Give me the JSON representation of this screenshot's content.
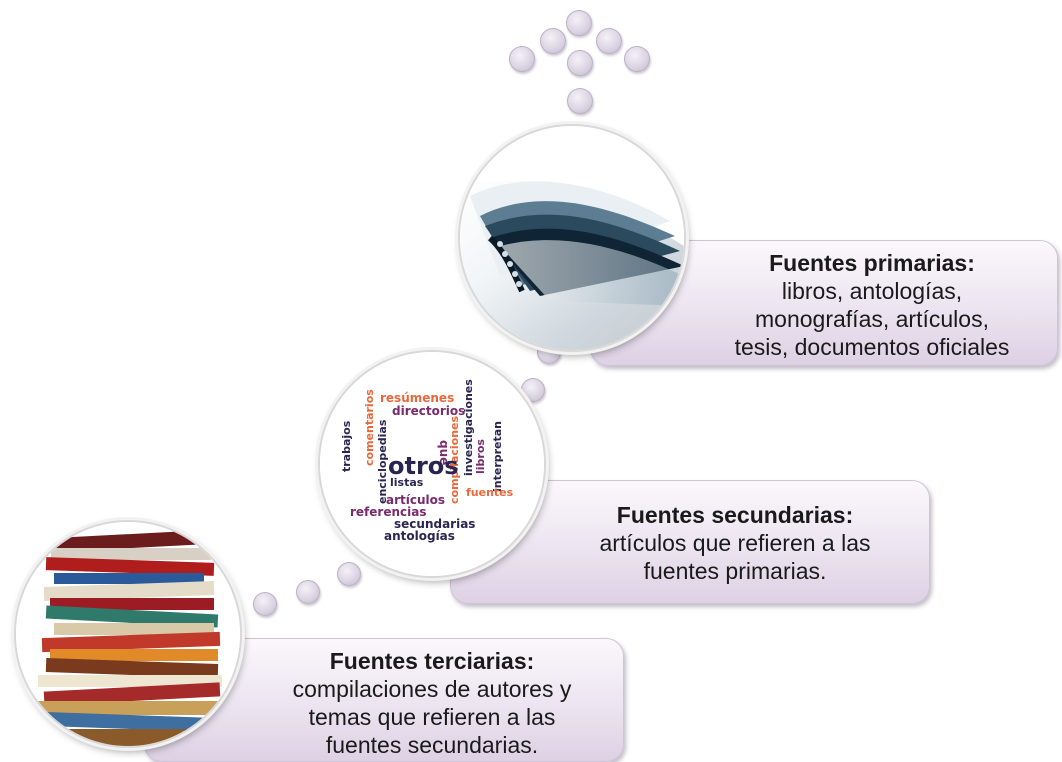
{
  "primary": {
    "title": "Fuentes primarias:",
    "lines": [
      "libros, antologías,",
      "monografías, artículos,",
      "tesis, documentos oficiales"
    ]
  },
  "secondary": {
    "title": "Fuentes secundarias:",
    "lines": [
      "artículos que refieren a las",
      "fuentes primarias."
    ]
  },
  "tertiary": {
    "title": "Fuentes terciarias:",
    "lines": [
      "compilaciones de autores y",
      "temas que refieren a las",
      "fuentes secundarias."
    ]
  },
  "word_cloud": {
    "words": [
      "resúmenes",
      "directorios",
      "comentarios",
      "trabajos",
      "enciclopedias",
      "que",
      "compilaciones",
      "investigaciones",
      "libros",
      "interpretan",
      "otros",
      "listas",
      "fuentes",
      "artículos",
      "referencias",
      "secundarias",
      "antologías"
    ]
  },
  "colors": {
    "card_top": "#fbf8fc",
    "card_bottom": "#ddd1e4",
    "dot": "#dcd5e3",
    "cloud_orange": "#e8683a",
    "cloud_navy": "#2a2550",
    "cloud_purple": "#7a2a6e"
  }
}
